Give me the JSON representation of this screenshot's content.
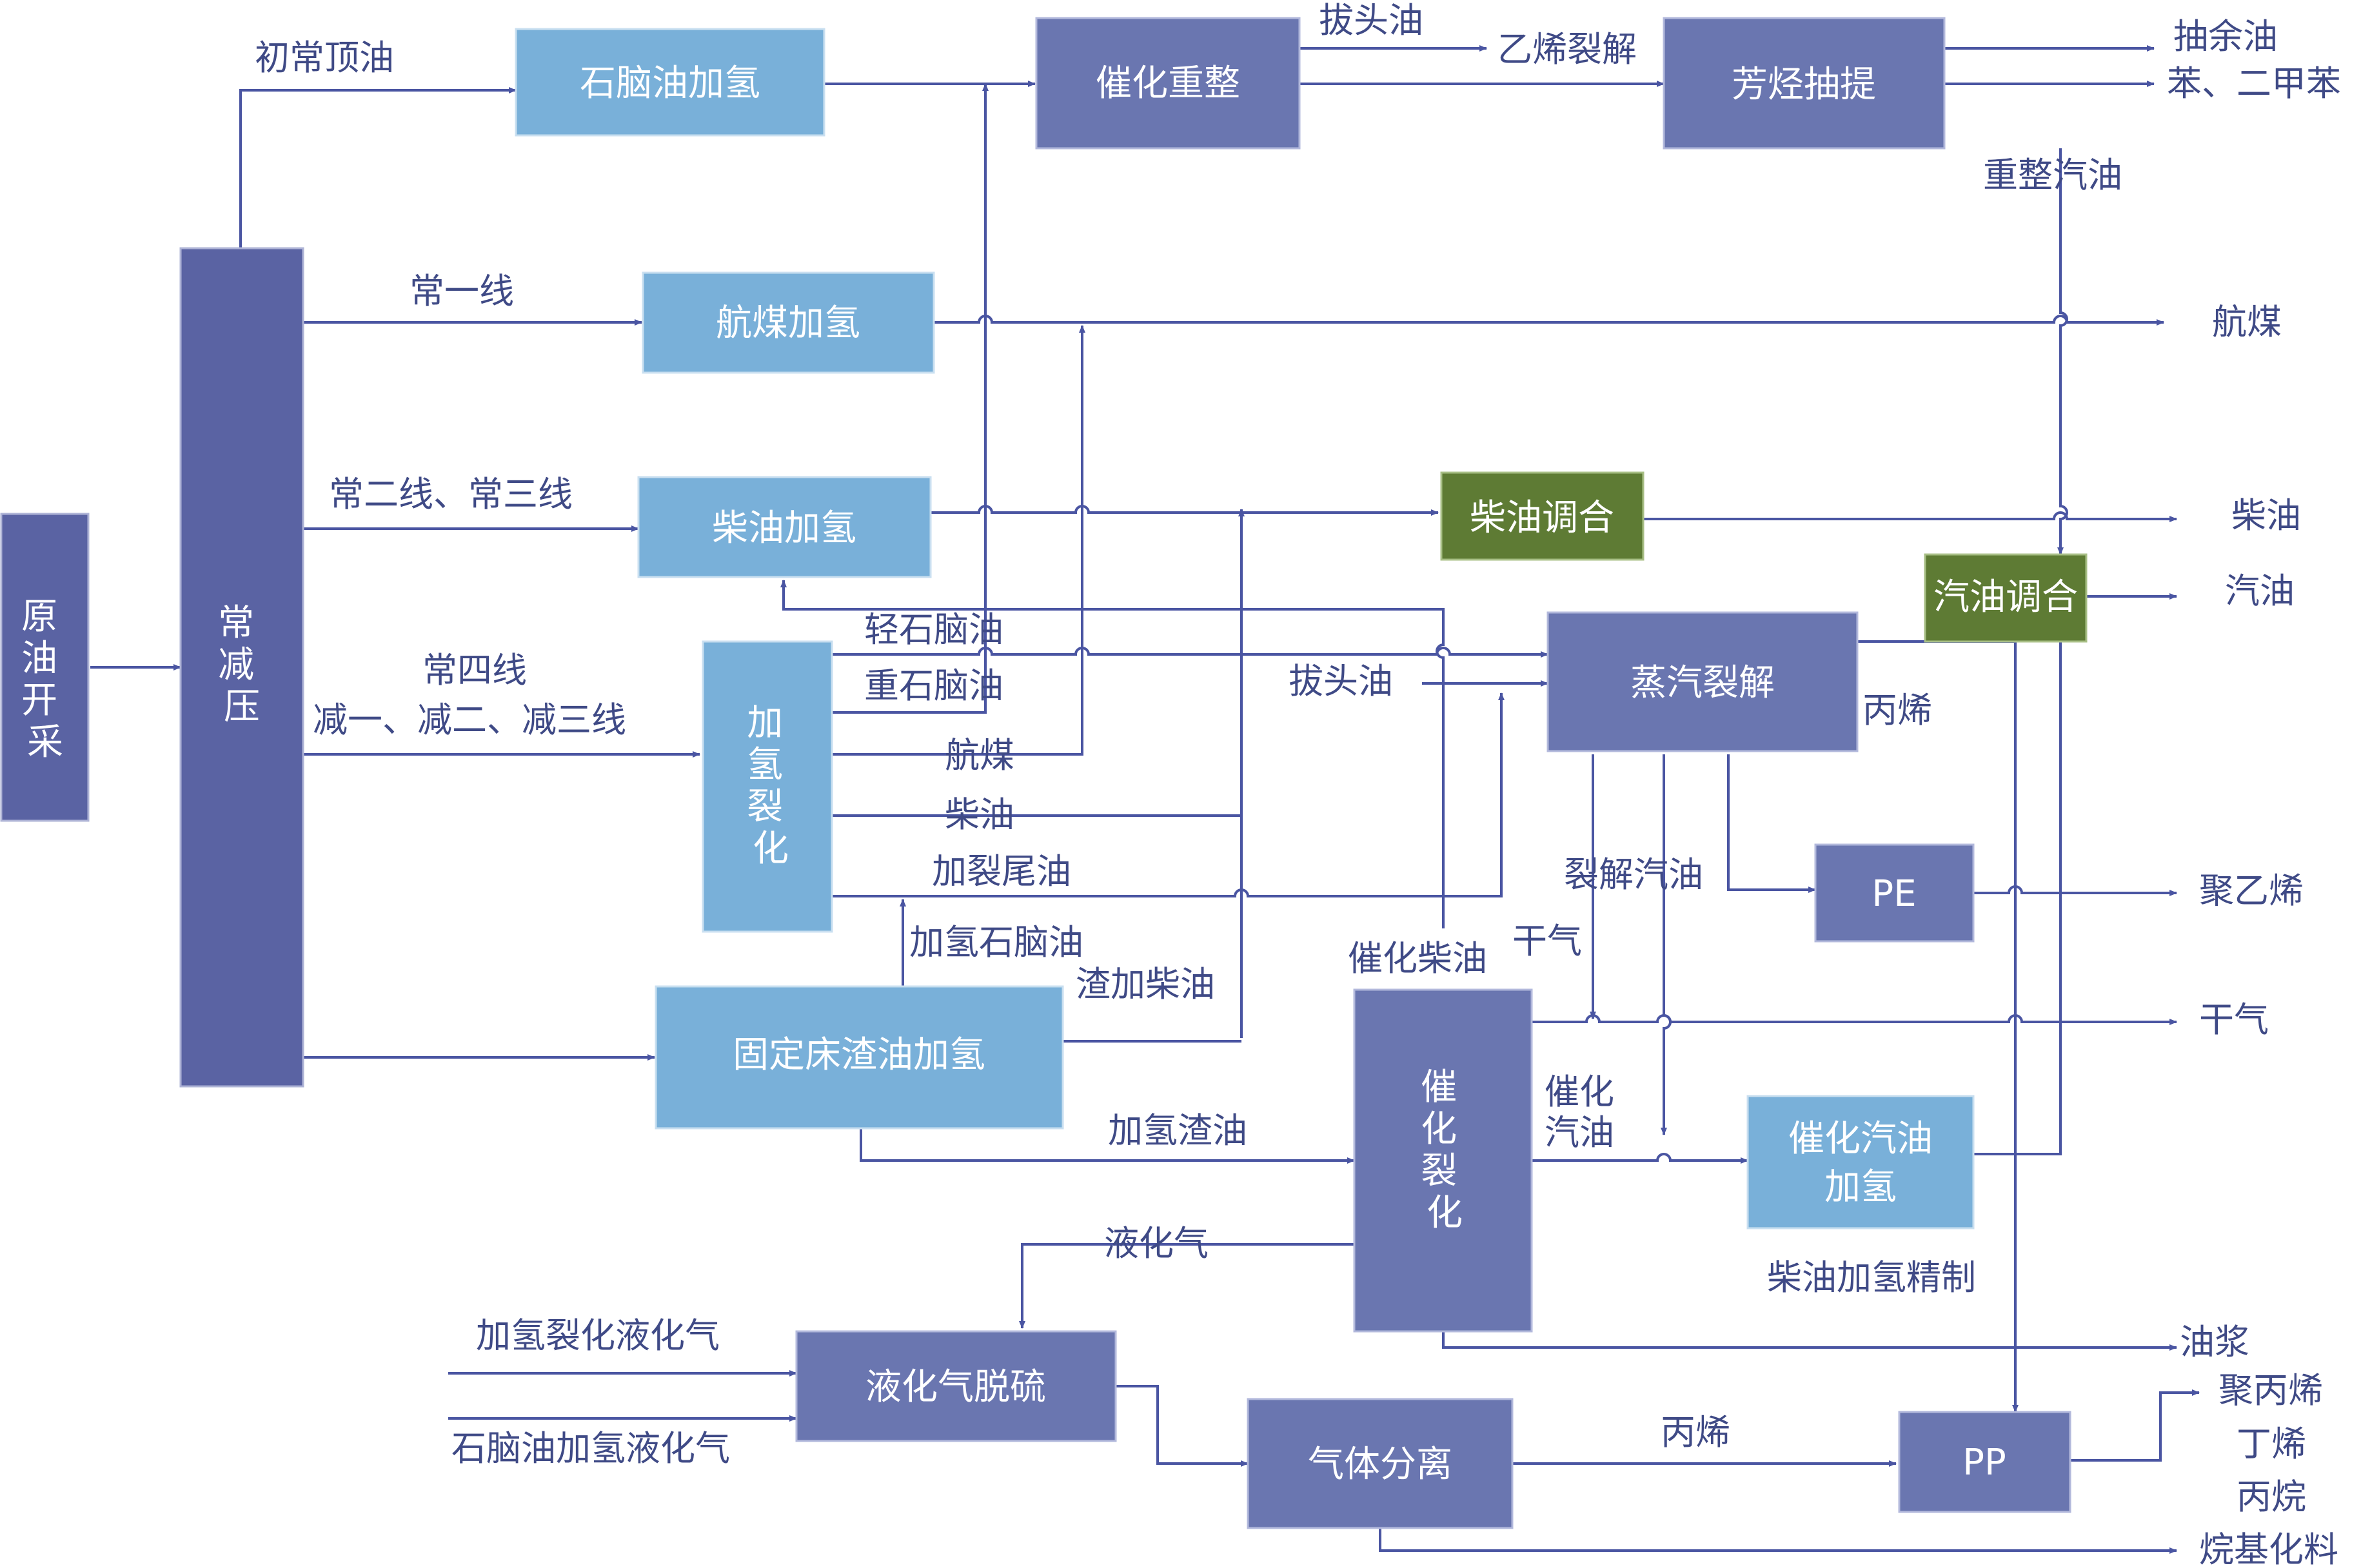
{
  "colors": {
    "dark_box": "#5a63a3",
    "mid_box": "#6a76b0",
    "light_box": "#79b0d9",
    "green_box": "#5e7b34",
    "line": "#4a55a2",
    "label": "#3f4a86"
  },
  "boxes": {
    "crude": "原油开采",
    "atmvac": "常减压",
    "naphtha_hydro": "石脑油加氢",
    "reforming": "催化重整",
    "aromatics": "芳烃抽提",
    "jet_hydro": "航煤加氢",
    "diesel_hydro": "柴油加氢",
    "diesel_blend": "柴油调合",
    "gasoline_blend": "汽油调合",
    "hydrocracking": "加氢裂化",
    "steam_cracking": "蒸汽裂解",
    "pe": "PE",
    "fixed_bed": "固定床渣油加氢",
    "fcc": "催化裂化",
    "fcc_gas_hydro_1": "催化汽油",
    "fcc_gas_hydro_2": "加氢",
    "lpg_desulf": "液化气脱硫",
    "gas_sep": "气体分离",
    "pp": "PP"
  },
  "labels": {
    "initial_top_oil": "初常顶油",
    "strip_oil_top": "拔头油",
    "ethylene_cracking": "乙烯裂解",
    "raffinate": "抽余油",
    "benzene_xylene": "苯、二甲苯",
    "reformate": "重整汽油",
    "line1": "常一线",
    "jet_fuel_out": "航煤",
    "line2_3": "常二线、常三线",
    "diesel_out": "柴油",
    "gasoline_out": "汽油",
    "light_naphtha": "轻石脑油",
    "heavy_naphtha": "重石脑油",
    "line4": "常四线",
    "vac_lines": "减一、减二、减三线",
    "hc_jet": "航煤",
    "hc_diesel": "柴油",
    "hc_tail": "加裂尾油",
    "strip_oil_mid": "拔头油",
    "propylene_mid": "丙烯",
    "cracked_gasoline": "裂解汽油",
    "polyethylene": "聚乙烯",
    "dry_gas_inner": "干气",
    "fcc_diesel": "催化柴油",
    "hydro_naphtha": "加氢石脑油",
    "resid_diesel": "渣加柴油",
    "dry_gas_out": "干气",
    "hydro_resid": "加氢渣油",
    "fcc_gasoline_1": "催化",
    "fcc_gasoline_2": "汽油",
    "lpg": "液化气",
    "diesel_refine": "柴油加氢精制",
    "slurry": "油浆",
    "hc_lpg": "加氢裂化液化气",
    "naphtha_lpg": "石脑油加氢液化气",
    "propylene_low": "丙烯",
    "polypropylene": "聚丙烯",
    "butene": "丁烯",
    "propane": "丙烷",
    "alkylation": "烷基化料"
  }
}
